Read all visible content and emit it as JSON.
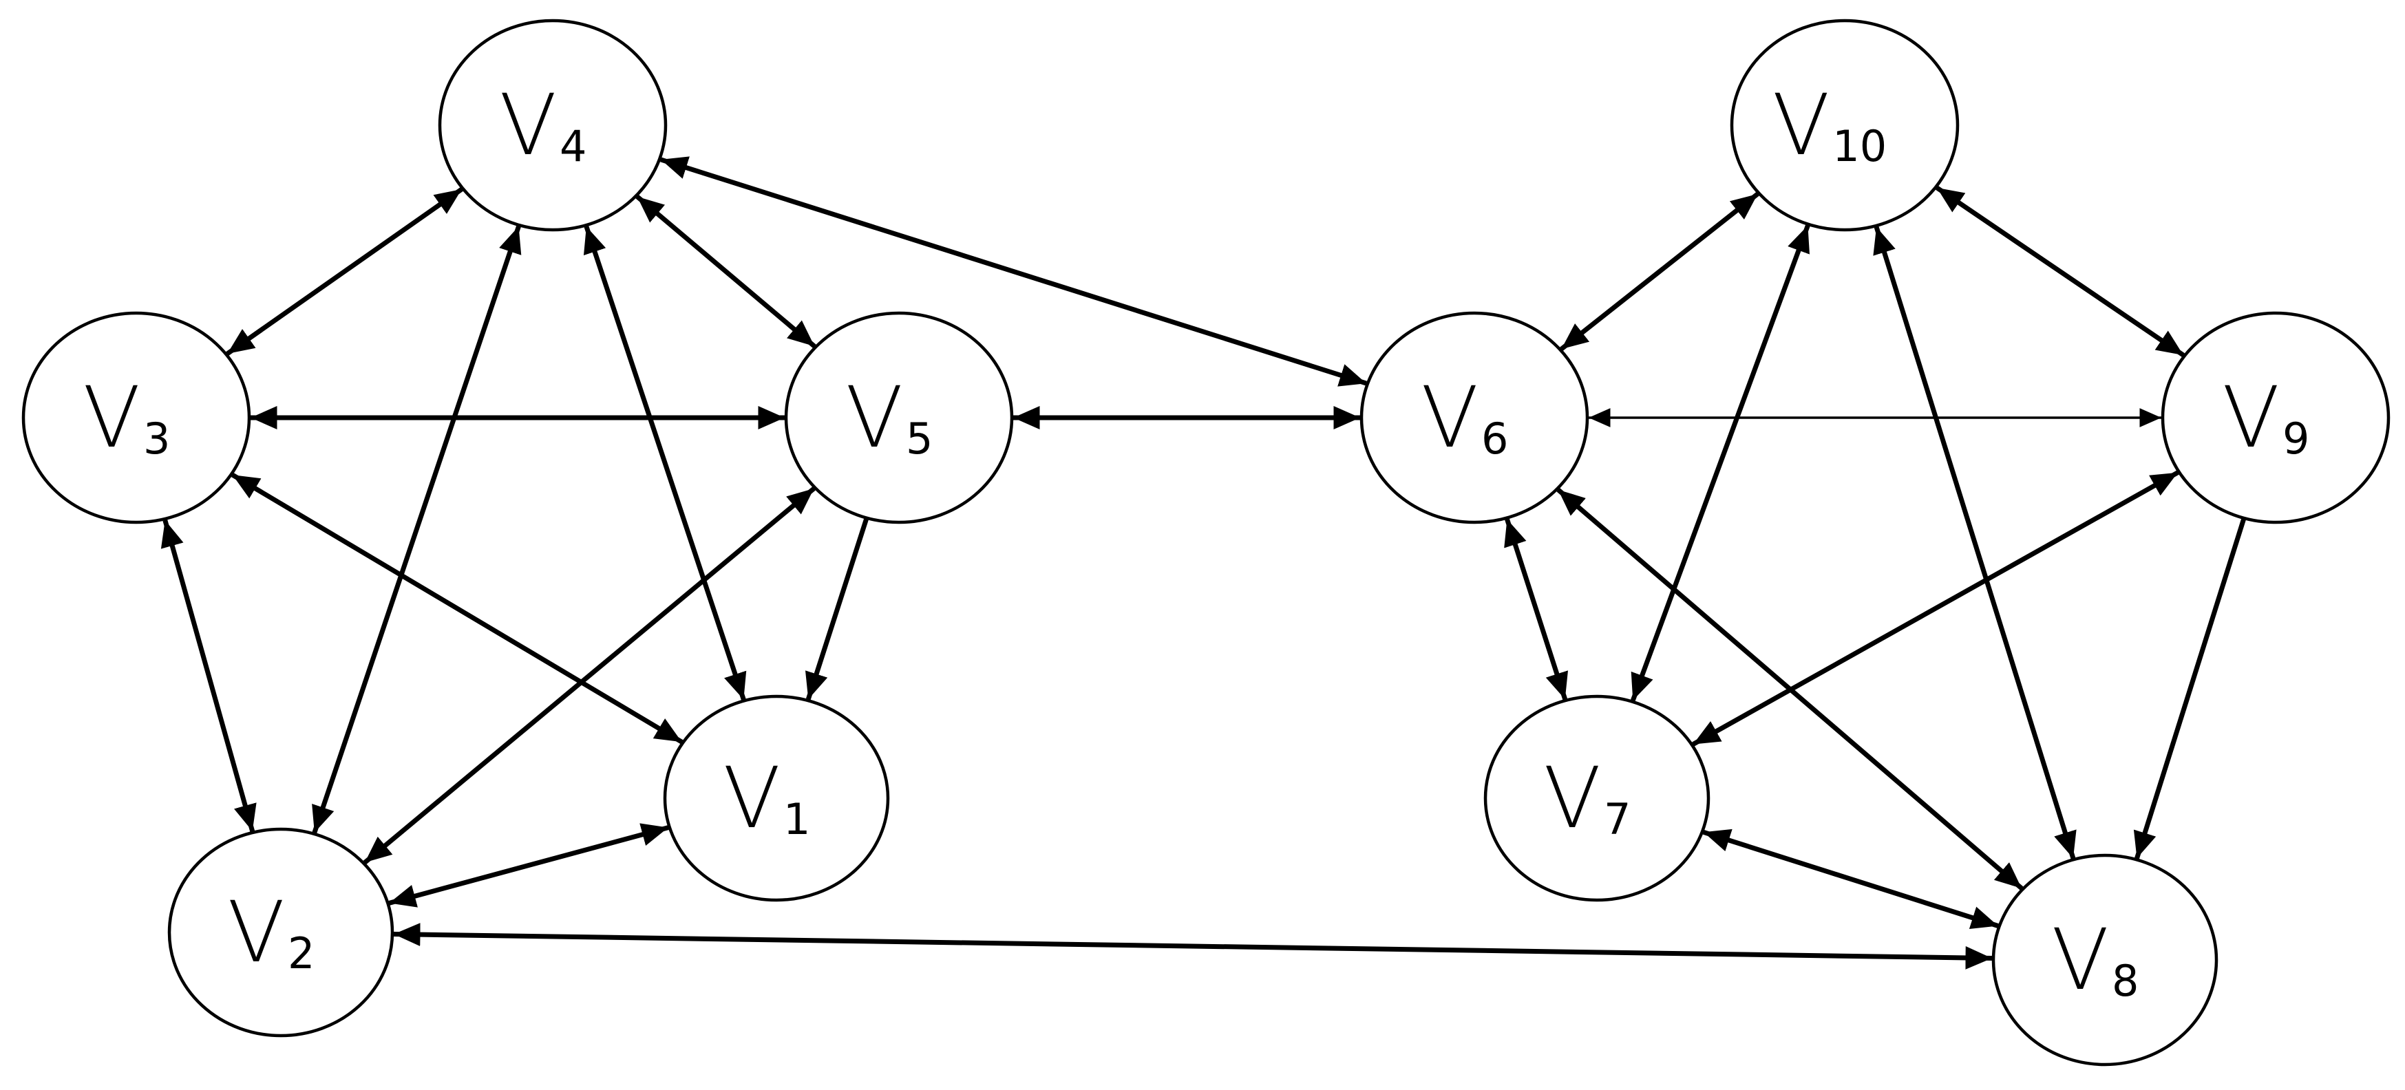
{
  "graph": {
    "nodes": [
      {
        "id": "v1",
        "letter": "V",
        "subscript": "1"
      },
      {
        "id": "v2",
        "letter": "V",
        "subscript": "2"
      },
      {
        "id": "v3",
        "letter": "V",
        "subscript": "3"
      },
      {
        "id": "v4",
        "letter": "V",
        "subscript": "4"
      },
      {
        "id": "v5",
        "letter": "V",
        "subscript": "5"
      },
      {
        "id": "v6",
        "letter": "V",
        "subscript": "6"
      },
      {
        "id": "v7",
        "letter": "V",
        "subscript": "7"
      },
      {
        "id": "v8",
        "letter": "V",
        "subscript": "8"
      },
      {
        "id": "v9",
        "letter": "V",
        "subscript": "9"
      },
      {
        "id": "v10",
        "letter": "V",
        "subscript": "10"
      }
    ],
    "edges": [
      {
        "from": "v4",
        "to": "v3",
        "directed": "both"
      },
      {
        "from": "v4",
        "to": "v5",
        "directed": "both"
      },
      {
        "from": "v4",
        "to": "v2",
        "directed": "both"
      },
      {
        "from": "v4",
        "to": "v1",
        "directed": "both"
      },
      {
        "from": "v4",
        "to": "v6",
        "directed": "both"
      },
      {
        "from": "v3",
        "to": "v5",
        "directed": "both"
      },
      {
        "from": "v3",
        "to": "v1",
        "directed": "both"
      },
      {
        "from": "v3",
        "to": "v2",
        "directed": "both"
      },
      {
        "from": "v5",
        "to": "v2",
        "directed": "both"
      },
      {
        "from": "v5",
        "to": "v1",
        "directed": "to"
      },
      {
        "from": "v5",
        "to": "v6",
        "directed": "both"
      },
      {
        "from": "v2",
        "to": "v1",
        "directed": "both"
      },
      {
        "from": "v2",
        "to": "v8",
        "directed": "both"
      },
      {
        "from": "v10",
        "to": "v6",
        "directed": "both"
      },
      {
        "from": "v10",
        "to": "v9",
        "directed": "both"
      },
      {
        "from": "v10",
        "to": "v7",
        "directed": "both"
      },
      {
        "from": "v10",
        "to": "v8",
        "directed": "both"
      },
      {
        "from": "v6",
        "to": "v9",
        "directed": "both",
        "weight": "thin"
      },
      {
        "from": "v6",
        "to": "v7",
        "directed": "both"
      },
      {
        "from": "v6",
        "to": "v8",
        "directed": "both"
      },
      {
        "from": "v9",
        "to": "v7",
        "directed": "both"
      },
      {
        "from": "v9",
        "to": "v8",
        "directed": "to"
      },
      {
        "from": "v7",
        "to": "v8",
        "directed": "both"
      }
    ],
    "colors": {
      "stroke": "#000000",
      "node_fill": "#ffffff",
      "background": "#ffffff"
    }
  }
}
